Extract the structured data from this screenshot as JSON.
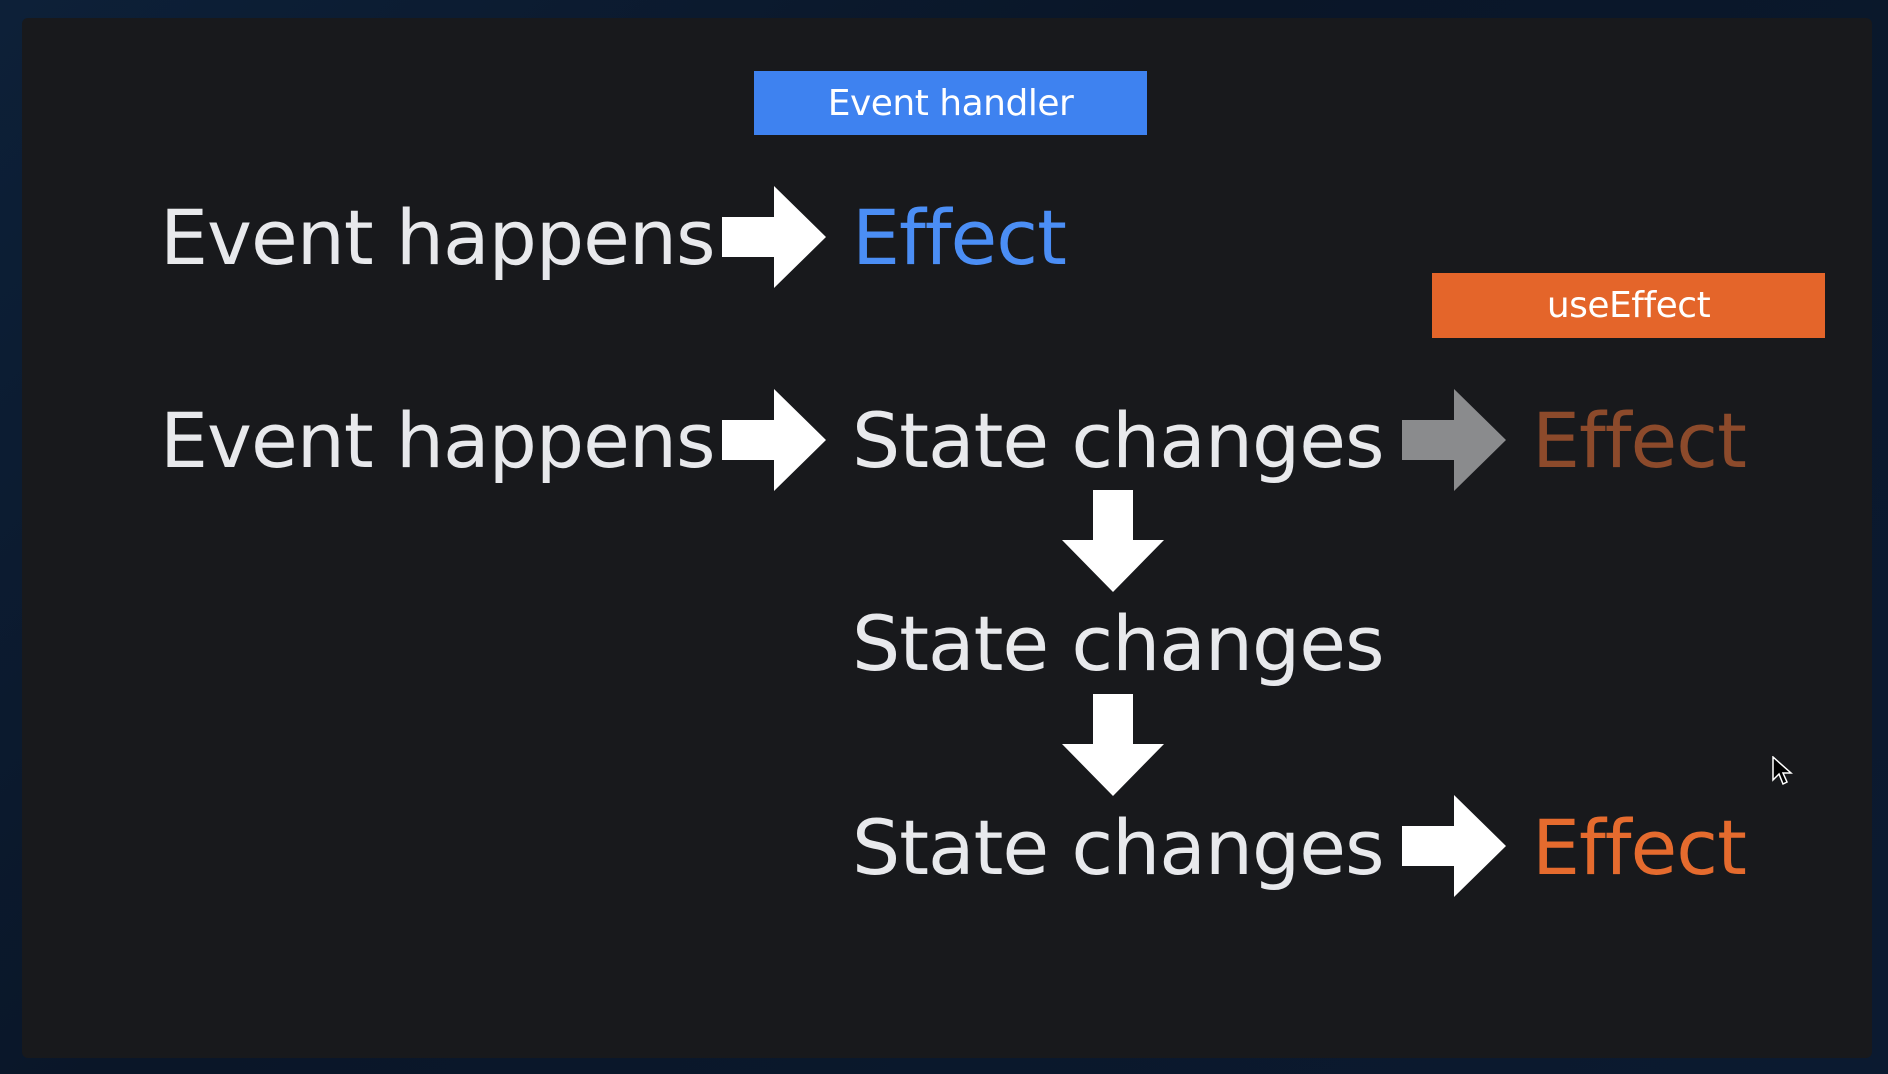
{
  "labels": {
    "event_handler": "Event handler",
    "use_effect": "useEffect"
  },
  "row1": {
    "event": "Event happens",
    "effect": "Effect"
  },
  "row2": {
    "event": "Event happens",
    "state": "State changes",
    "effect": "Effect"
  },
  "row3": {
    "state": "State changes"
  },
  "row4": {
    "state": "State changes",
    "effect": "Effect"
  },
  "colors": {
    "blue": "#3e82f0",
    "orange": "#e4652a",
    "dim_orange": "#8c4a2b",
    "background": "#18191c"
  }
}
